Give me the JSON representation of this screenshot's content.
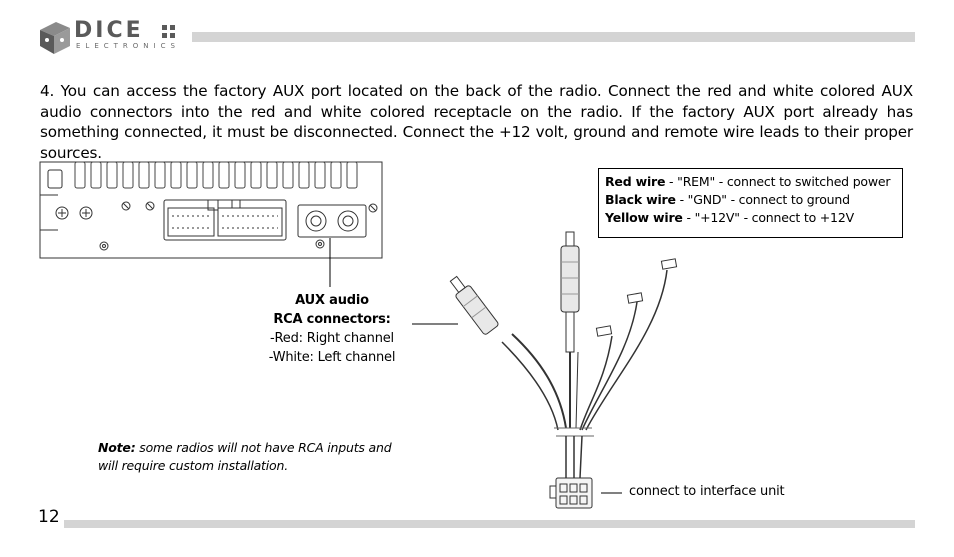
{
  "header": {
    "logo_text": "DICE",
    "logo_subtext": "ELECTRONICS"
  },
  "instruction": {
    "text": "4. You can access the factory AUX port located on the back of the radio. Connect the red and white colored AUX audio connectors into the red and white colored receptacle on the radio. If the factory AUX port already has something connected, it must be disconnected. Connect the +12 volt, ground and remote wire leads to their proper sources."
  },
  "wire_legend": {
    "red_name": "Red wire",
    "red_desc": " - \"REM\" - connect to switched power",
    "black_name": "Black wire",
    "black_desc": " - \"GND\" - connect to ground",
    "yellow_name": "Yellow wire",
    "yellow_desc": " - \"+12V\" - connect to +12V"
  },
  "aux_callout": {
    "title1": "AUX audio",
    "title2": "RCA connectors:",
    "red": "-Red: Right channel",
    "white": "-White: Left channel"
  },
  "note": {
    "label": "Note:",
    "text": " some radios will not have RCA inputs and will require custom installation."
  },
  "connector_callout": {
    "text": "connect to interface unit"
  },
  "footer": {
    "page_number": "12"
  }
}
